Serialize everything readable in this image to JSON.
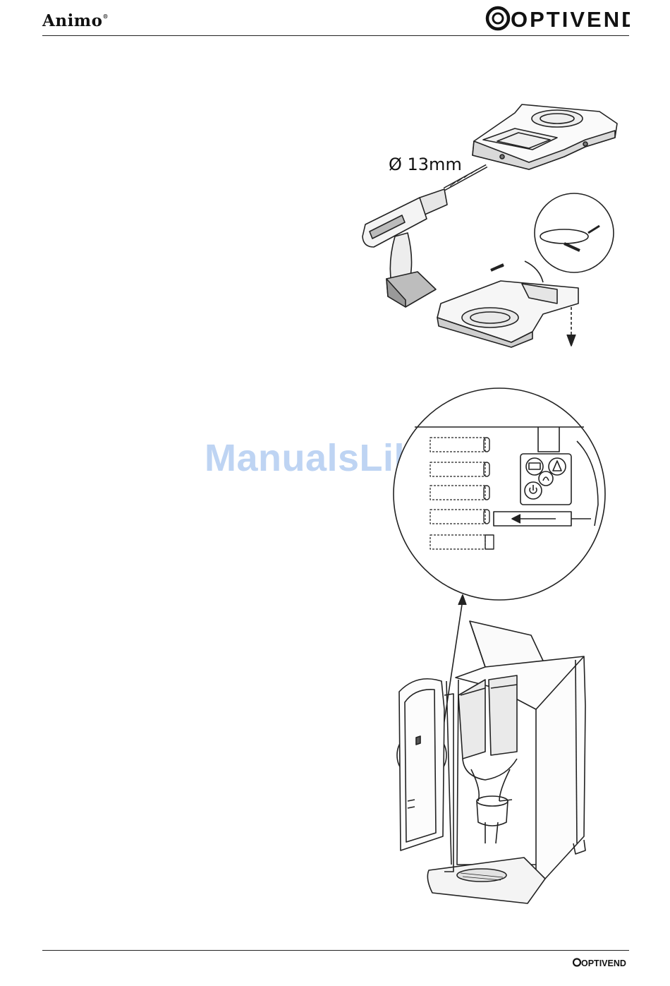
{
  "header": {
    "brand_left": "Animo",
    "brand_left_mark": "®",
    "brand_right": "OPTIVEND"
  },
  "figure_drill": {
    "dimension_label": "Ø 13mm"
  },
  "watermark": "ManualsLib.de",
  "footer": {
    "brand": "OPTIVEND"
  },
  "icons": [
    "drill-icon",
    "tray-icon",
    "cable-icon",
    "control-panel-icon",
    "power-icon",
    "machine-icon",
    "arrow-icon"
  ]
}
